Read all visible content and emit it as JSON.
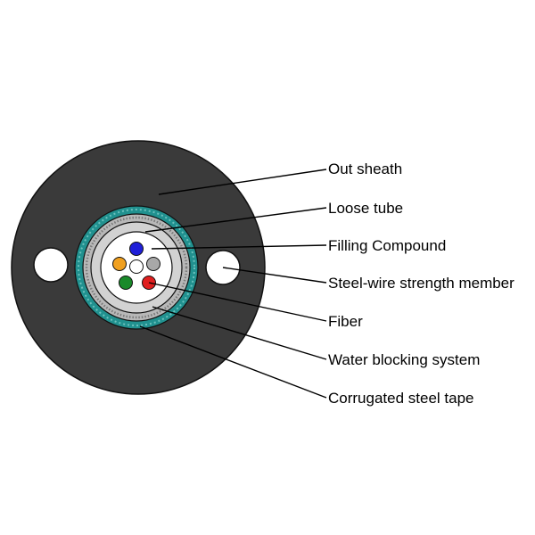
{
  "labels": {
    "out_sheath": "Out sheath",
    "loose_tube": "Loose tube",
    "filling_compound": "Filling Compound",
    "steel_wire_strength_member": "Steel-wire strength member",
    "fiber": "Fiber",
    "water_blocking_system": "Water blocking system",
    "corrugated_steel_tape": "Corrugated steel tape"
  },
  "colors": {
    "sheath": "#3a3a3a",
    "water_blocking": "#21918f",
    "steel_tape": "#b8b8b8",
    "loose_tube": "#d2d2d2",
    "fiber_blue": "#1f1fd8",
    "fiber_orange": "#f0a020",
    "fiber_gray": "#a8a8a8",
    "fiber_green": "#1a8a2a",
    "fiber_red": "#e02020",
    "fiber_white": "#ffffff"
  }
}
